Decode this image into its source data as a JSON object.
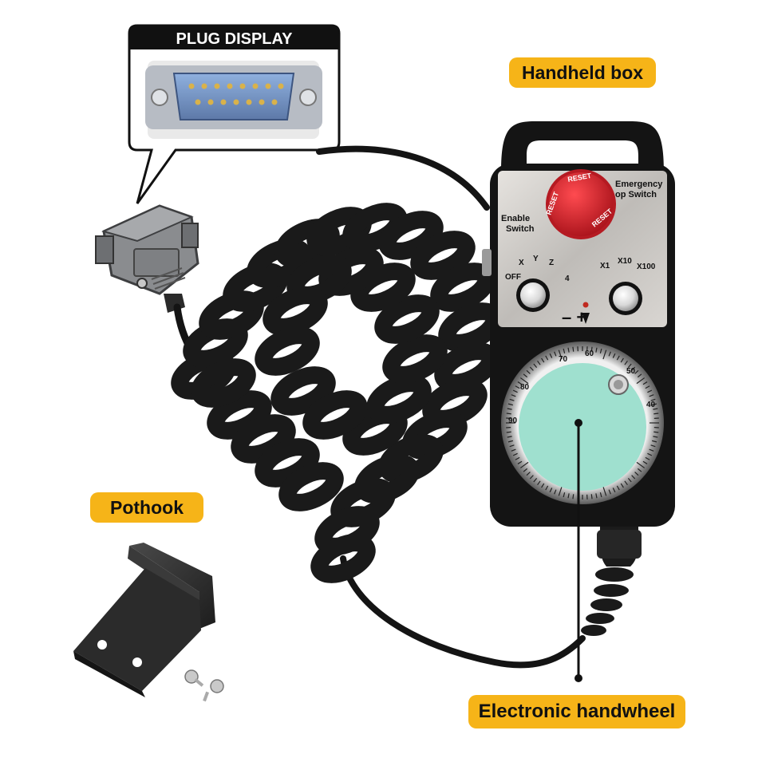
{
  "callouts": {
    "plug_display": "PLUG DISPLAY",
    "handheld_box": "Handheld box",
    "pothook": "Pothook",
    "electronic_handwheel": "Electronic handwheel"
  },
  "panel": {
    "emergency_label": "Emergency\nop Switch",
    "emergency_line1": "Emergency",
    "emergency_line2": "op Switch",
    "enable_line1": "Enable",
    "enable_line2": "Switch",
    "reset": "RESET",
    "axis": {
      "off": "OFF",
      "x": "X",
      "y": "Y",
      "z": "Z",
      "four": "4"
    },
    "step": {
      "x1": "X1",
      "x10": "X10",
      "x100": "X100"
    },
    "jog": "–  +",
    "dial_numbers": [
      "60",
      "70",
      "80",
      "90",
      "50",
      "40"
    ]
  },
  "colors": {
    "accent_yellow": "#f6b418",
    "cable_black": "#141414",
    "stop_red": "#d8202a",
    "wheel_mint": "#9fe0cf",
    "panel_steel": "#c9c6c2",
    "plug_blue": "#6b86b4"
  }
}
